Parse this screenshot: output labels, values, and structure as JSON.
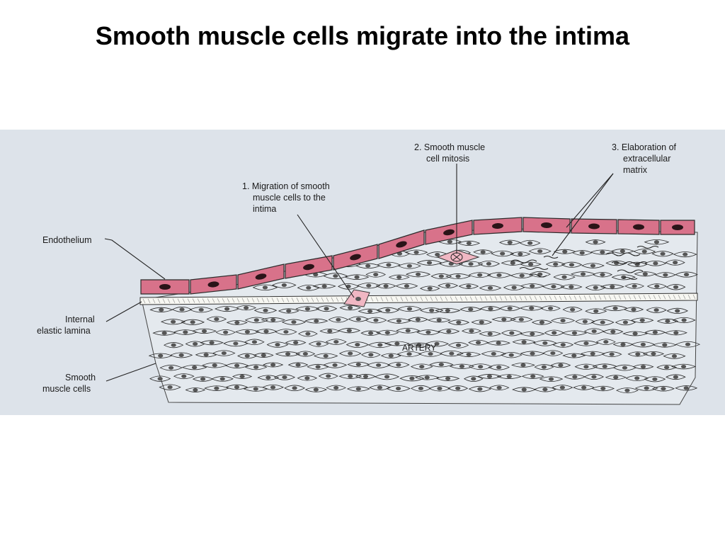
{
  "slide": {
    "title": "Smooth muscle cells migrate into the intima"
  },
  "diagram": {
    "labels": {
      "endothelium": "Endothelium",
      "internal_elastic_lamina": [
        "Internal",
        "elastic lamina"
      ],
      "smooth_muscle_cells": [
        "Smooth",
        "muscle cells"
      ],
      "step1": [
        "1. Migration of smooth",
        "muscle cells to the",
        "intima"
      ],
      "step2": [
        "2. Smooth muscle",
        "cell mitosis"
      ],
      "step3": [
        "3. Elaboration of",
        "extracellular",
        "matrix"
      ],
      "artery": "ARTERY"
    },
    "colors": {
      "background": "#dde3ea",
      "endothelium_fill": "#d8728a",
      "endothelium_nucleus": "#2a1418",
      "migrating_cell": "#f0b7c3",
      "lamina_fill": "#f7f7f2",
      "cell_nucleus": "#555555",
      "line": "#2b2b2b"
    }
  }
}
